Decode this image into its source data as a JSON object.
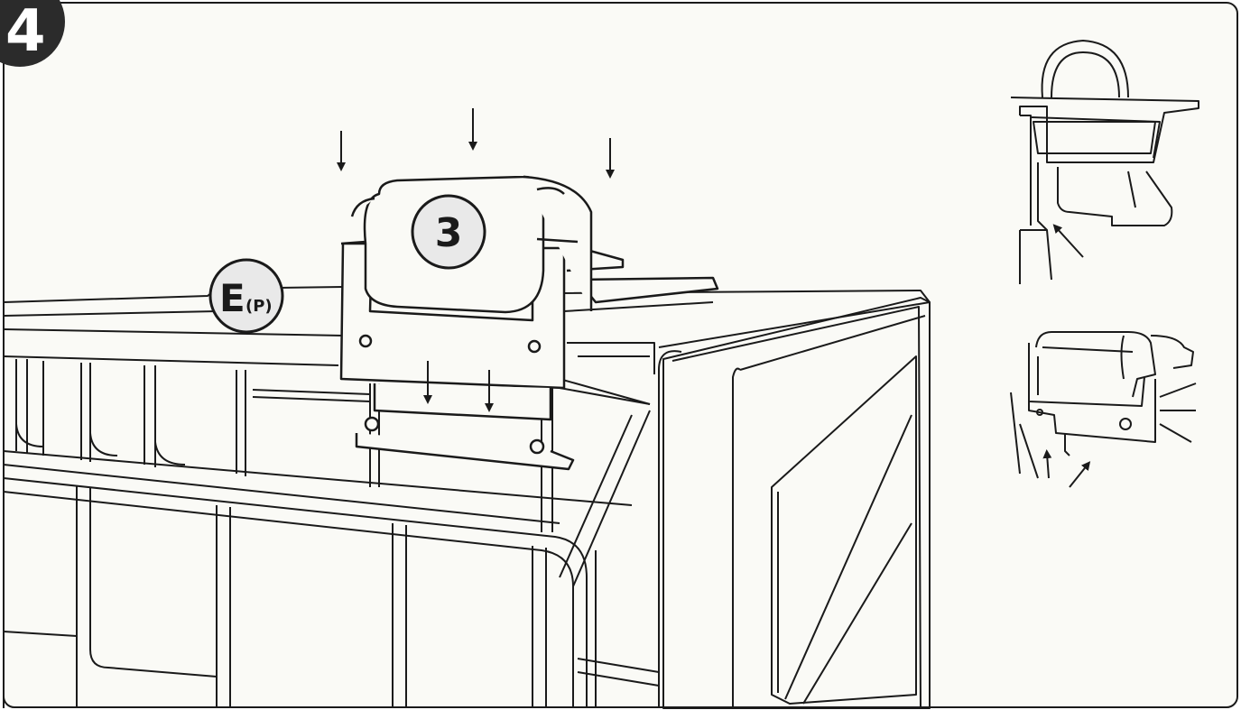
{
  "step": {
    "number": "4"
  },
  "callouts": {
    "part_number": "3",
    "part_letter": "E",
    "part_subscript": "(P)"
  },
  "colors": {
    "line": "#1a1a1a",
    "badge_fill": "#e9e9e9",
    "step_badge_fill": "#2b2b2b",
    "background": "#fafaf6"
  }
}
